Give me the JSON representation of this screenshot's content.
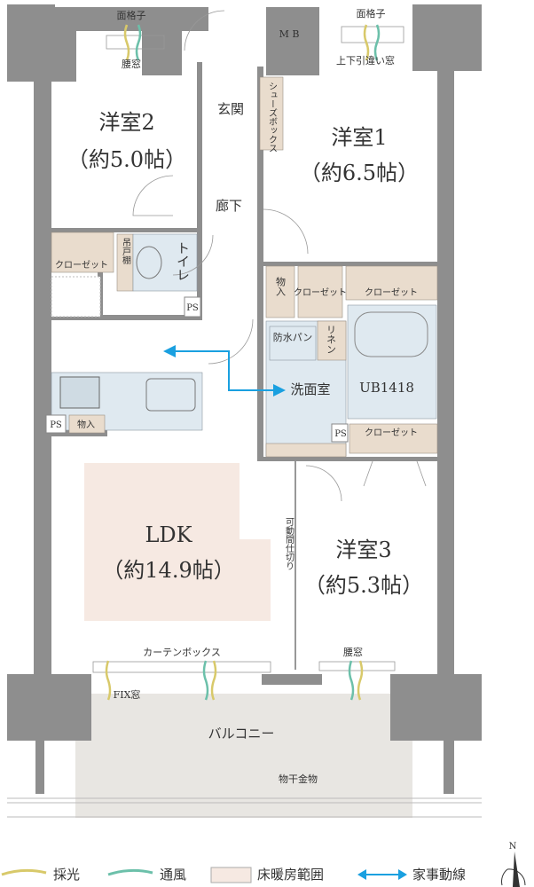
{
  "colors": {
    "wall": "#8e8e8e",
    "closet": "#e9dccd",
    "wet_area": "#dfe9f0",
    "floor_heating": "#f6e9e2",
    "balcony": "#e8e6e2",
    "light": "#d8c96a",
    "wind": "#6cc0aa",
    "chore_route": "#1aa0e0"
  },
  "windows": {
    "lattice_left": "面格子",
    "lattice_right": "面格子",
    "waist_window_left": "腰窓",
    "sliding_window": "上下引違い窓",
    "curtain_box": "カーテンボックス",
    "waist_window_right": "腰窓",
    "fix_window": "FIX窓"
  },
  "rooms": {
    "mb": "M B",
    "entrance": "玄関",
    "shoe_box": "シューズボックス",
    "bedroom2": {
      "name": "洋室2",
      "size": "（約5.0帖）"
    },
    "bedroom1": {
      "name": "洋室1",
      "size": "（約6.5帖）"
    },
    "hallway": "廊下",
    "closet_b2": "クローゼット",
    "hanging_shelf": "吊戸棚",
    "toilet": "トイレ",
    "ps_toilet": "PS",
    "storage_hall": "物入",
    "closet_b1_a": "クローゼット",
    "closet_b1_b": "クローゼット",
    "waterproof_pan": "防水パン",
    "linen": "リネン",
    "washroom": "洗面室",
    "bath": "UB1418",
    "ps_kitchen": "PS",
    "storage_kitchen": "物入",
    "ps_bath": "PS",
    "closet_b3": "クローゼット",
    "ldk": {
      "name": "LDK",
      "size": "（約14.9帖）"
    },
    "movable_partition": "可動間仕切り",
    "bedroom3": {
      "name": "洋室3",
      "size": "（約5.3帖）"
    },
    "balcony": "バルコニー",
    "clothes_pole": "物干金物"
  },
  "legend": [
    {
      "label": "採光",
      "icon": "light-wave"
    },
    {
      "label": "通風",
      "icon": "wind-wave"
    },
    {
      "label": "床暖房範囲",
      "icon": "floor-heating-swatch"
    },
    {
      "label": "家事動線",
      "icon": "double-arrow"
    }
  ],
  "compass": {
    "label": "N"
  }
}
